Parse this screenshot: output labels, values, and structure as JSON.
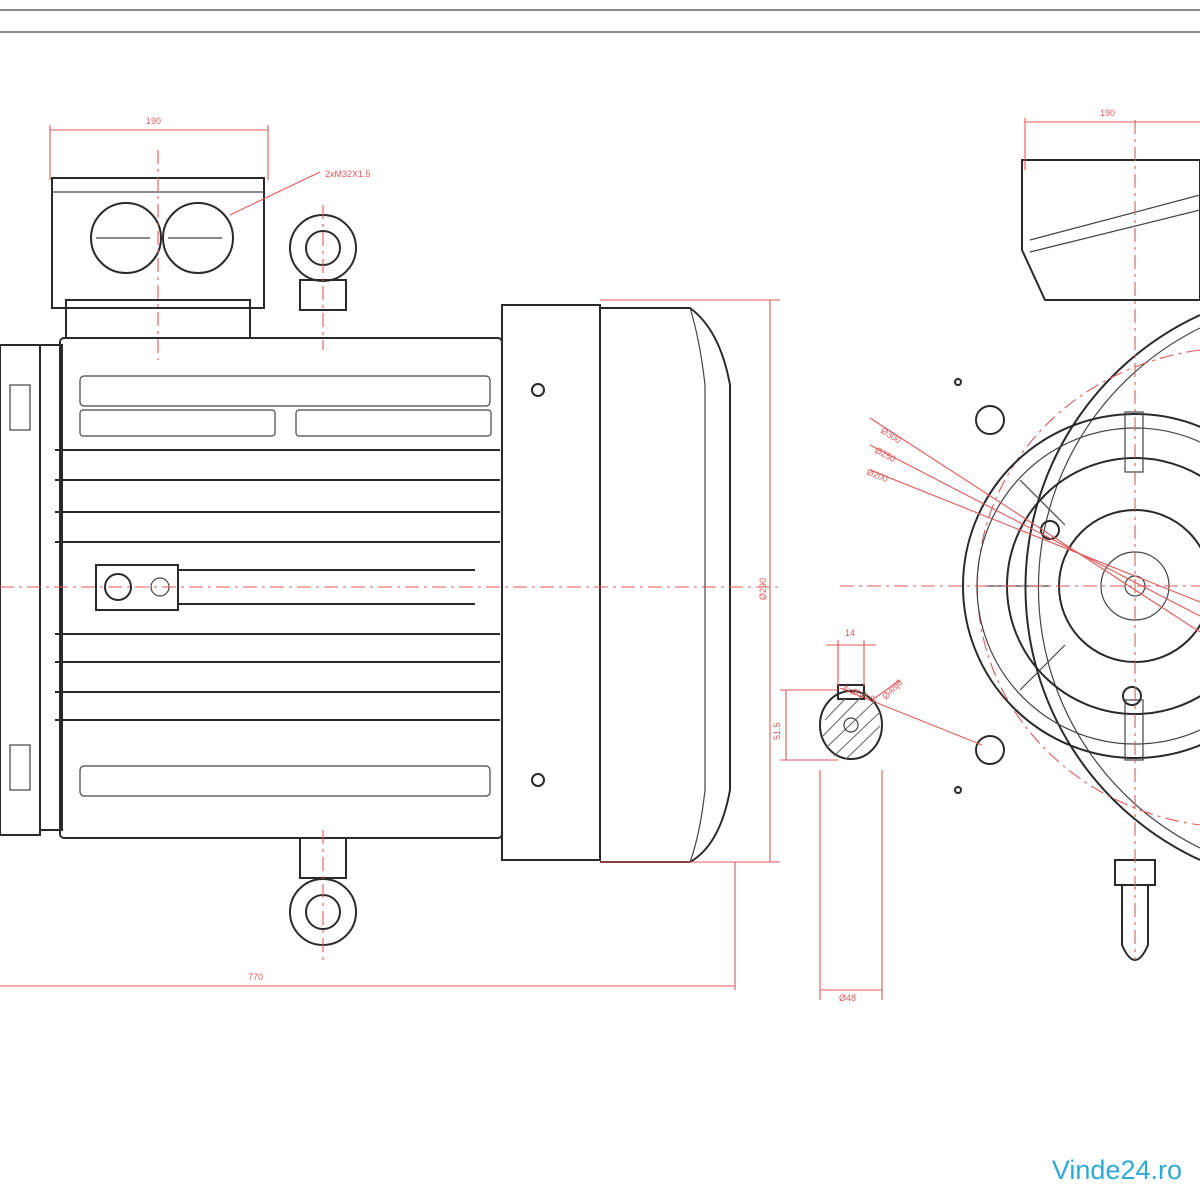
{
  "watermark": "Vinde24.ro",
  "dimensions": {
    "terminal_box_width": "190",
    "cable_gland": "2xM32X1.5",
    "body_height": "Ø290",
    "total_length": "770",
    "front_box_width": "190",
    "flange_d1": "Ø300",
    "flange_d2": "Ø250",
    "flange_d3": "Ø200",
    "bolt_holes": "4xØ14.5",
    "key_width": "14",
    "shaft_fit": "Ø48j6",
    "shaft_depth": "51.5",
    "shaft_length": "Ø48"
  },
  "colors": {
    "outline": "#2a2a2a",
    "dimension": "#e05a5a",
    "watermark": "#2fa9d8"
  }
}
